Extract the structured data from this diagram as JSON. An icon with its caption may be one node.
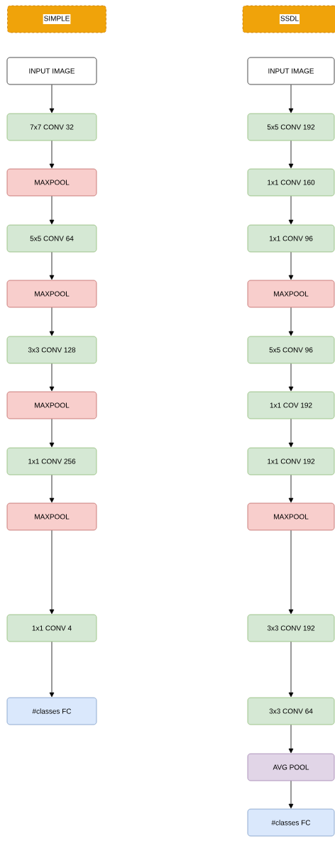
{
  "diagram": {
    "nodes": [
      {
        "text": [
          "SIMPLE"
        ]
      },
      {
        "text": [
          "INPUT IMAGE"
        ]
      },
      {
        "text": [
          "7x7 CONV 32"
        ]
      },
      {
        "text": [
          "MAXPOOL"
        ]
      },
      {
        "text": [
          "5x5 CONV 64"
        ]
      },
      {
        "text": [
          "MAXPOOL"
        ]
      },
      {
        "text": [
          "3x3 CONV 128"
        ]
      },
      {
        "text": [
          "MAXPOOL"
        ]
      },
      {
        "text": [
          "1x1 CONV 256"
        ]
      },
      {
        "text": [
          "MAXPOOL"
        ]
      },
      {
        "text": [
          "1x1 CONV 4"
        ]
      },
      {
        "text": [
          "#classes FC"
        ]
      },
      {
        "text": [
          "SSDL"
        ]
      },
      {
        "text": [
          "INPUT IMAGE"
        ]
      },
      {
        "text": [
          "5x5 CONV 192"
        ]
      },
      {
        "text": [
          "1x1 CONV 160"
        ]
      },
      {
        "text": [
          "1x1 CONV 96"
        ]
      },
      {
        "text": [
          "MAXPOOL"
        ]
      },
      {
        "text": [
          "5x5 CONV 96"
        ]
      },
      {
        "text": [
          "1x1 COV 192"
        ]
      },
      {
        "text": [
          "1x1 CONV 192"
        ]
      },
      {
        "text": [
          "MAXPOOL"
        ]
      },
      {
        "text": [
          "3x3 CONV 192"
        ]
      },
      {
        "text": [
          "3x3 CONV 64"
        ]
      },
      {
        "text": [
          "AVG POOL"
        ]
      },
      {
        "text": [
          "#classes FC"
        ]
      }
    ],
    "edges": [
      {
        "from": 1,
        "to": 2,
        "arrow": "to"
      },
      {
        "from": 2,
        "to": 3,
        "arrow": "to"
      },
      {
        "from": 3,
        "to": 4,
        "arrow": "to"
      },
      {
        "from": 4,
        "to": 5,
        "arrow": "to"
      },
      {
        "from": 5,
        "to": 6,
        "arrow": "to"
      },
      {
        "from": 6,
        "to": 7,
        "arrow": "to"
      },
      {
        "from": 7,
        "to": 8,
        "arrow": "to"
      },
      {
        "from": 8,
        "to": 9,
        "arrow": "to"
      },
      {
        "from": 9,
        "to": 10,
        "arrow": "to"
      },
      {
        "from": 10,
        "to": 11,
        "arrow": "to"
      },
      {
        "from": 13,
        "to": 14,
        "arrow": "to"
      },
      {
        "from": 14,
        "to": 15,
        "arrow": "to"
      },
      {
        "from": 15,
        "to": 16,
        "arrow": "to"
      },
      {
        "from": 16,
        "to": 17,
        "arrow": "to"
      },
      {
        "from": 17,
        "to": 18,
        "arrow": "to"
      },
      {
        "from": 18,
        "to": 19,
        "arrow": "to"
      },
      {
        "from": 19,
        "to": 20,
        "arrow": "to"
      },
      {
        "from": 20,
        "to": 21,
        "arrow": "to"
      },
      {
        "from": 21,
        "to": 22,
        "arrow": "to"
      },
      {
        "from": 22,
        "to": 23,
        "arrow": "to"
      },
      {
        "from": 23,
        "to": 24,
        "arrow": "to"
      },
      {
        "from": 24,
        "to": 25,
        "arrow": "to"
      }
    ]
  }
}
